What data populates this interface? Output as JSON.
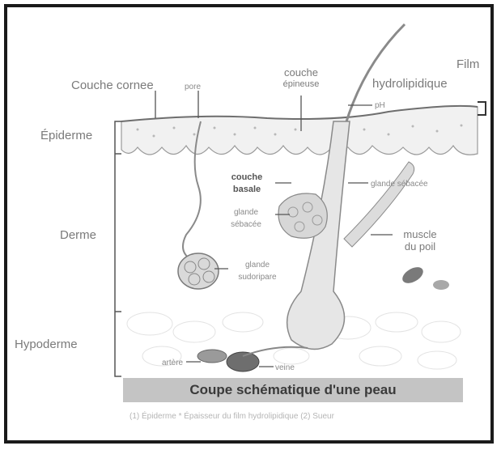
{
  "labels": {
    "couche_cornee": "Couche cornee",
    "pore": "pore",
    "couche_epineuse_l1": "couche",
    "couche_epineuse_l2": "épineuse",
    "film_l1": "Film",
    "film_l2": "hydrolipidique",
    "film_ph": "pH",
    "epiderme": "Épiderme",
    "derme": "Derme",
    "hypoderme": "Hypoderme",
    "couche_basale_l1": "couche",
    "couche_basale_l2": "basale",
    "glande_sebacee_l1": "glande",
    "glande_sebacee_l2": "sébacée",
    "glande_sudoripare_l1": "glande",
    "glande_sudoripare_l2": "sudoripare",
    "glande_sebacee_right": "glande sébacée",
    "muscle_l1": "muscle",
    "muscle_l2": "du poil",
    "artere": "artère",
    "veine": "veine"
  },
  "banner": "Coupe schématique d'une peau",
  "footer": "(1) Épiderme   * Épaisseur du film hydrolipidique   (2) Sueur",
  "colors": {
    "frame": "#1a1a1a",
    "label": "#7a7a7a",
    "banner_bg": "#c4c4c4",
    "banner_text": "#3a3a3a",
    "skin_line": "#6e6e6e",
    "tissue": "#f2f2f2"
  }
}
